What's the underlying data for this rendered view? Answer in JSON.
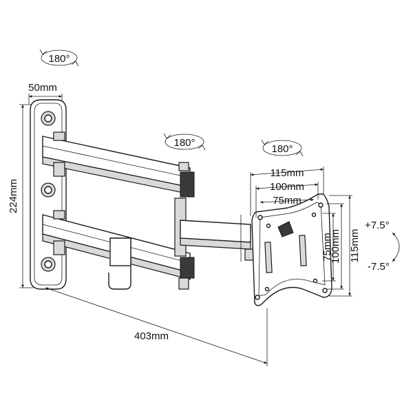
{
  "rotation_labels": {
    "wall_plate": "180°",
    "arm_joint": "180°",
    "head_swivel": "180°"
  },
  "tilt_labels": {
    "up": "+7.5°",
    "down": "-7.5°"
  },
  "dimensions": {
    "plate_width": "50mm",
    "plate_height": "224mm",
    "max_extension": "403mm",
    "vesa_h_115": "115mm",
    "vesa_h_100": "100mm",
    "vesa_h_75": "75mm",
    "vesa_v_75": "75mm",
    "vesa_v_100": "100mm",
    "vesa_v_115": "115mm"
  }
}
